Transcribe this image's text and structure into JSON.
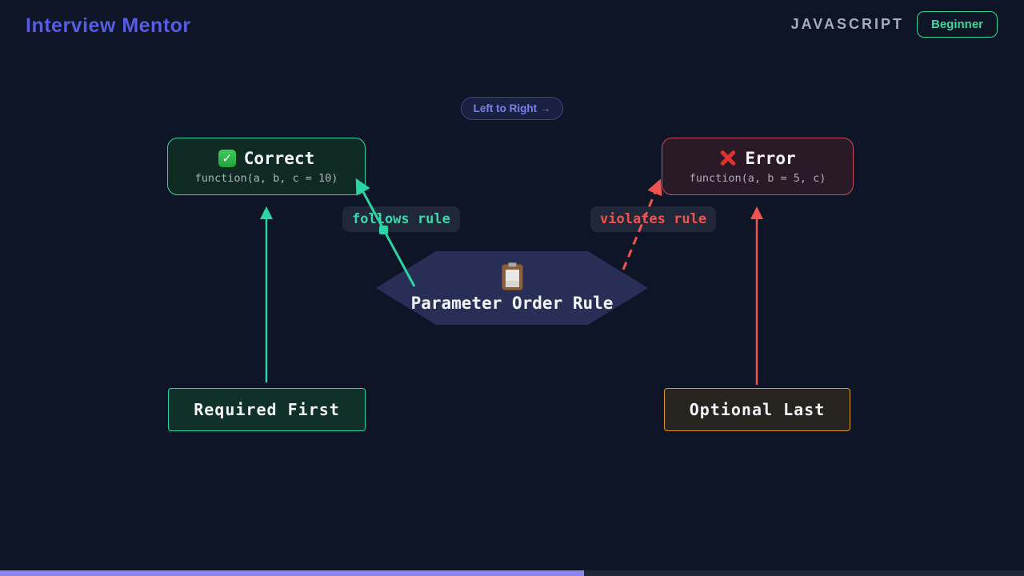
{
  "header": {
    "title": "Interview Mentor",
    "language": "JAVASCRIPT",
    "level_badge": "Beginner"
  },
  "flow_badge": {
    "label": "Left to Right →",
    "arrow_icon": "right-arrow-icon"
  },
  "diagram": {
    "correct_node": {
      "icon": "check-emoji",
      "title": "Correct",
      "code": "function(a, b, c = 10)"
    },
    "error_node": {
      "icon": "cross-emoji",
      "title": "Error",
      "code": "function(a, b = 5, c)"
    },
    "rule_node": {
      "icon": "clipboard-emoji",
      "label": "Parameter Order Rule"
    },
    "edges": {
      "follows_label": "follows rule",
      "violates_label": "violates rule"
    },
    "required_node": {
      "label": "Required First"
    },
    "optional_node": {
      "label": "Optional Last"
    }
  },
  "progress": {
    "percent": 57
  },
  "colors": {
    "background": "#0e1526",
    "accent_purple": "#585ce5",
    "teal": "#2bd4a4",
    "red": "#ef5350",
    "amber": "#dd9a33",
    "green_badge": "#34d399",
    "hexagon": "#282e55",
    "progress_fill": "#8a85ef"
  }
}
